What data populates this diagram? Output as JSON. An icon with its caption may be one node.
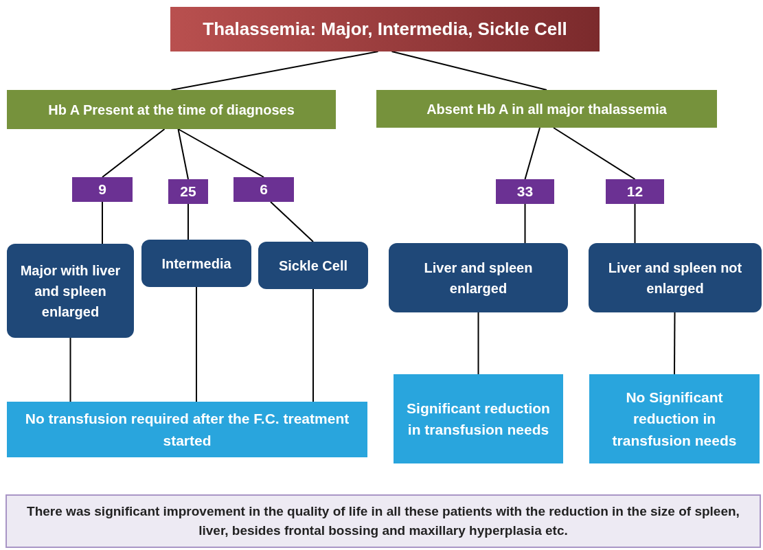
{
  "diagram": {
    "nodes": [
      {
        "text": [
          "Thalassemia: Major, Intermedia, Sickle Cell"
        ]
      },
      {
        "text": [
          "Hb A Present at the time of  diagnoses"
        ]
      },
      {
        "text": [
          "Absent Hb A in all major thalassemia"
        ]
      },
      {
        "text": [
          "9"
        ]
      },
      {
        "text": [
          "25"
        ]
      },
      {
        "text": [
          "6"
        ]
      },
      {
        "text": [
          "33"
        ]
      },
      {
        "text": [
          "12"
        ]
      },
      {
        "text": [
          "Major with liver and spleen enlarged"
        ]
      },
      {
        "text": [
          "Intermedia"
        ]
      },
      {
        "text": [
          "Sickle Cell"
        ]
      },
      {
        "text": [
          "Liver and spleen enlarged"
        ]
      },
      {
        "text": [
          "Liver and spleen not enlarged"
        ]
      },
      {
        "text": [
          "No transfusion required after the F.C. treatment started"
        ]
      },
      {
        "text": [
          "Significant reduction in transfusion needs"
        ]
      },
      {
        "text": [
          "No Significant reduction in transfusion needs"
        ]
      },
      {
        "text": [
          "There was significant improvement in the quality of life in all these patients with the reduction in the size of spleen, liver, besides frontal bossing and maxillary hyperplasia etc."
        ]
      }
    ],
    "edges": [
      {
        "from": 0,
        "to": 1,
        "arrow": "none"
      },
      {
        "from": 0,
        "to": 2,
        "arrow": "none"
      },
      {
        "from": 1,
        "to": 3,
        "arrow": "none"
      },
      {
        "from": 1,
        "to": 4,
        "arrow": "none"
      },
      {
        "from": 1,
        "to": 5,
        "arrow": "none"
      },
      {
        "from": 2,
        "to": 6,
        "arrow": "none"
      },
      {
        "from": 2,
        "to": 7,
        "arrow": "none"
      },
      {
        "from": 3,
        "to": 8,
        "arrow": "none"
      },
      {
        "from": 4,
        "to": 9,
        "arrow": "none"
      },
      {
        "from": 5,
        "to": 10,
        "arrow": "none"
      },
      {
        "from": 6,
        "to": 11,
        "arrow": "none"
      },
      {
        "from": 7,
        "to": 12,
        "arrow": "none"
      },
      {
        "from": 8,
        "to": 13,
        "arrow": "none"
      },
      {
        "from": 9,
        "to": 13,
        "arrow": "none"
      },
      {
        "from": 10,
        "to": 13,
        "arrow": "none"
      },
      {
        "from": 11,
        "to": 14,
        "arrow": "none"
      },
      {
        "from": 12,
        "to": 15,
        "arrow": "none"
      }
    ]
  }
}
